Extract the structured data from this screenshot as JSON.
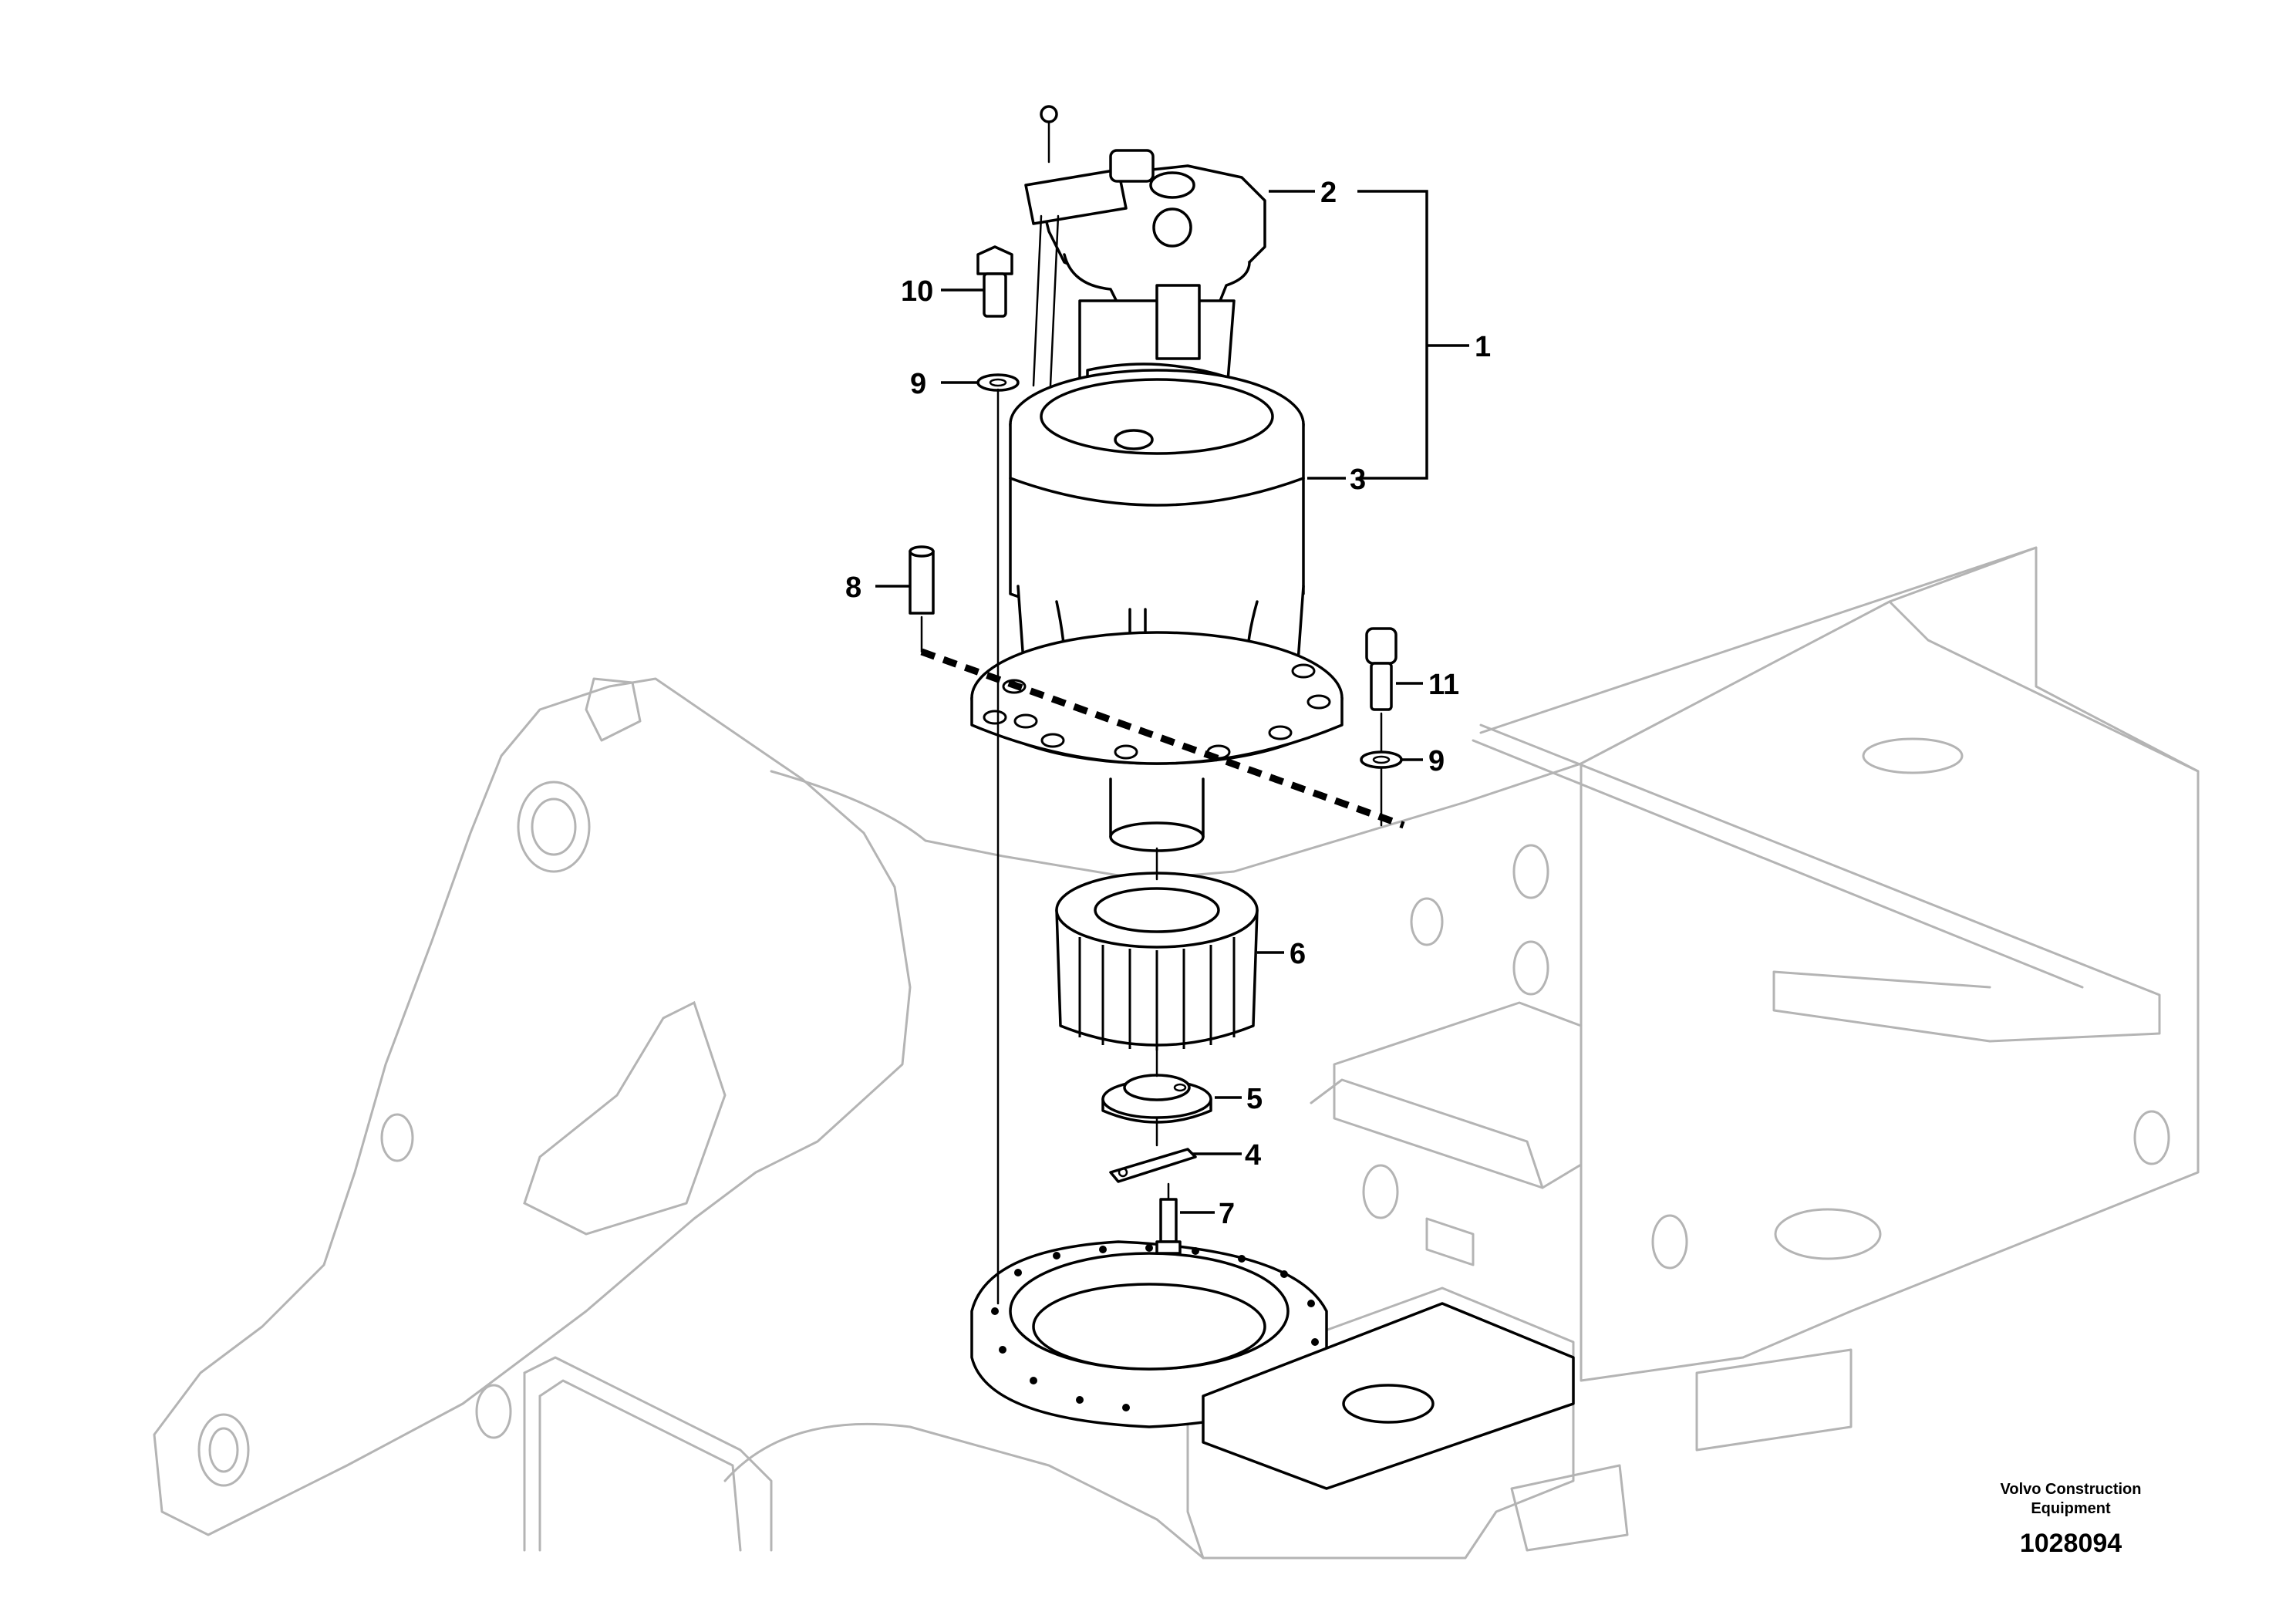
{
  "callouts": [
    {
      "id": "callout-1",
      "label": "1"
    },
    {
      "id": "callout-2",
      "label": "2"
    },
    {
      "id": "callout-3",
      "label": "3"
    },
    {
      "id": "callout-4",
      "label": "4"
    },
    {
      "id": "callout-5",
      "label": "5"
    },
    {
      "id": "callout-6",
      "label": "6"
    },
    {
      "id": "callout-7",
      "label": "7"
    },
    {
      "id": "callout-8",
      "label": "8"
    },
    {
      "id": "callout-9a",
      "label": "9"
    },
    {
      "id": "callout-9b",
      "label": "9"
    },
    {
      "id": "callout-10",
      "label": "10"
    },
    {
      "id": "callout-11",
      "label": "11"
    }
  ],
  "footer": {
    "maker_line1": "Volvo Construction",
    "maker_line2": "Equipment",
    "drawing_number": "1028094"
  },
  "colors": {
    "background": "#ffffff",
    "parts": "#000000",
    "frame": "#b4b4b4"
  }
}
